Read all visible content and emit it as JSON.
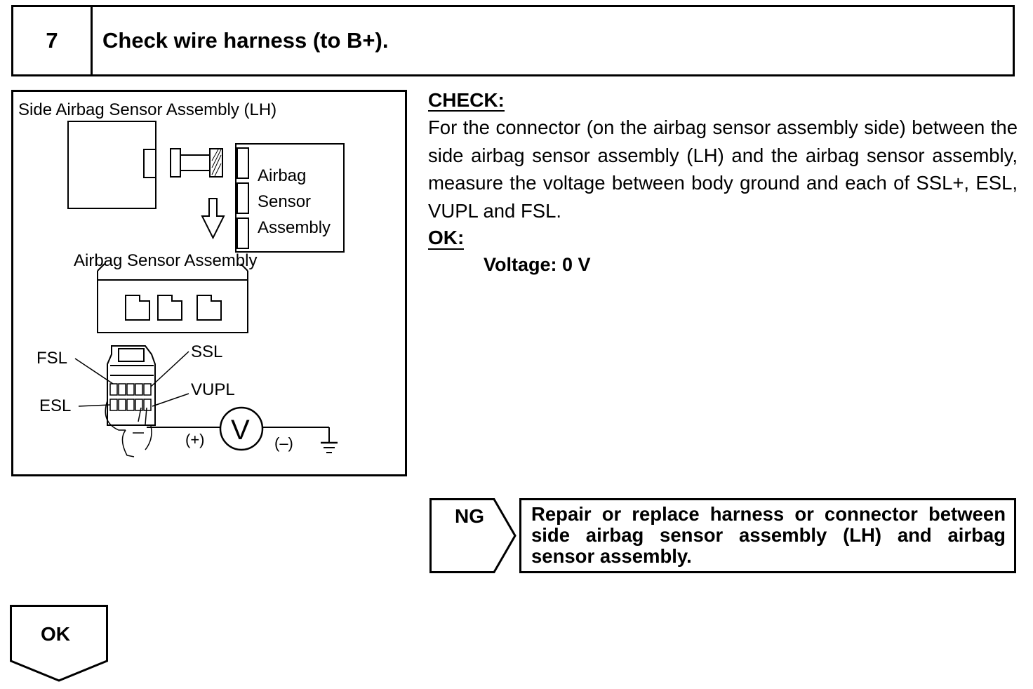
{
  "step": {
    "number": "7",
    "title": "Check wire harness (to B+)."
  },
  "diagram": {
    "title": "Side Airbag Sensor Assembly (LH)",
    "connector_label_1": "Airbag",
    "connector_label_2": "Sensor",
    "connector_label_3": "Assembly",
    "unit_label": "Airbag Sensor Assembly",
    "pin_fsl": "FSL",
    "pin_ssl": "SSL",
    "pin_vupl": "VUPL",
    "pin_esl": "ESL",
    "plus": "(+)",
    "minus": "(–)",
    "meter": "V"
  },
  "check": {
    "heading": "CHECK:",
    "text": "For the connector (on the airbag sensor assembly side) between the side airbag sensor assembly (LH) and the airbag sensor assembly, measure the voltage between body ground and each of SSL+, ESL, VUPL and FSL.",
    "ok_heading": "OK:",
    "spec": "Voltage: 0 V"
  },
  "ng": {
    "label": "NG",
    "action": "Repair or replace harness or connector between side airbag sensor assembly (LH) and airbag sensor assembly."
  },
  "ok": {
    "label": "OK"
  }
}
